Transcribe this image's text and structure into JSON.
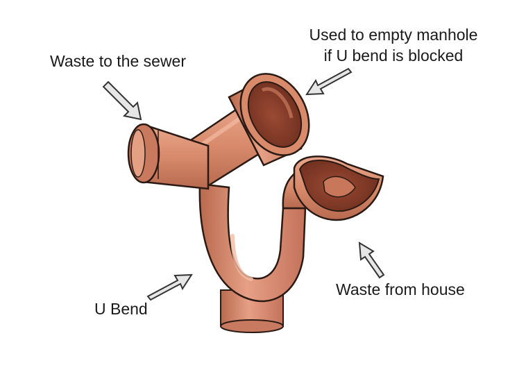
{
  "colors": {
    "pipe_base": "#d98a6a",
    "pipe_shadow": "#b5654a",
    "pipe_highlight": "#f2b39a",
    "pipe_inner": "#8a3f2b",
    "outline": "#2b1a14",
    "arrow_fill": "#e6e6e6",
    "arrow_stroke": "#333333",
    "text": "#1a1a1a",
    "background": "#ffffff"
  },
  "labels": {
    "sewer": "Waste to the sewer",
    "manhole_line1": "Used to empty manhole",
    "manhole_line2": "if U bend is blocked",
    "house": "Waste from house",
    "ubend": "U Bend"
  },
  "icons": {
    "pointer": "arrow-icon",
    "pipe": "pipe-fitting-illustration"
  }
}
